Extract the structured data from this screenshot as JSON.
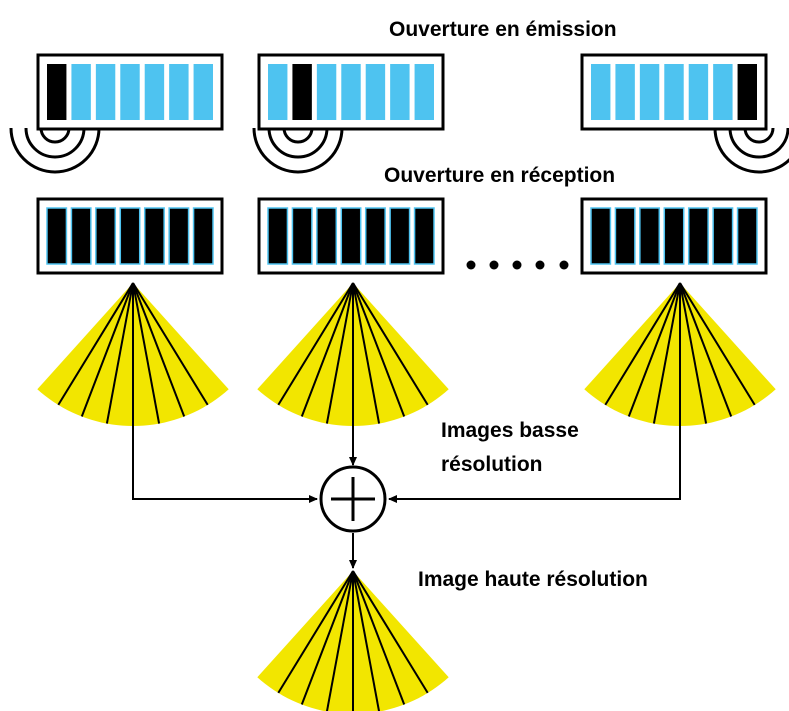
{
  "labels": {
    "transmit_aperture": "Ouverture en émission",
    "receive_aperture": "Ouverture en réception",
    "low_res_line1": "Images basse",
    "low_res_line2": "résolution",
    "high_res": "Image haute résolution"
  },
  "colors": {
    "active_element": "#000000",
    "idle_element": "#4ec3f0",
    "receive_element": "#000000",
    "sector_fill": "#f2e600",
    "line": "#000000",
    "background": "#ffffff"
  },
  "arrays": {
    "element_count": 7,
    "transmit_active_index": [
      0,
      1,
      6
    ]
  },
  "icons": {
    "sum_operator": "circled-plus-icon",
    "wave": "wave-arcs-icon",
    "ellipsis": "ellipsis-dots-icon"
  }
}
